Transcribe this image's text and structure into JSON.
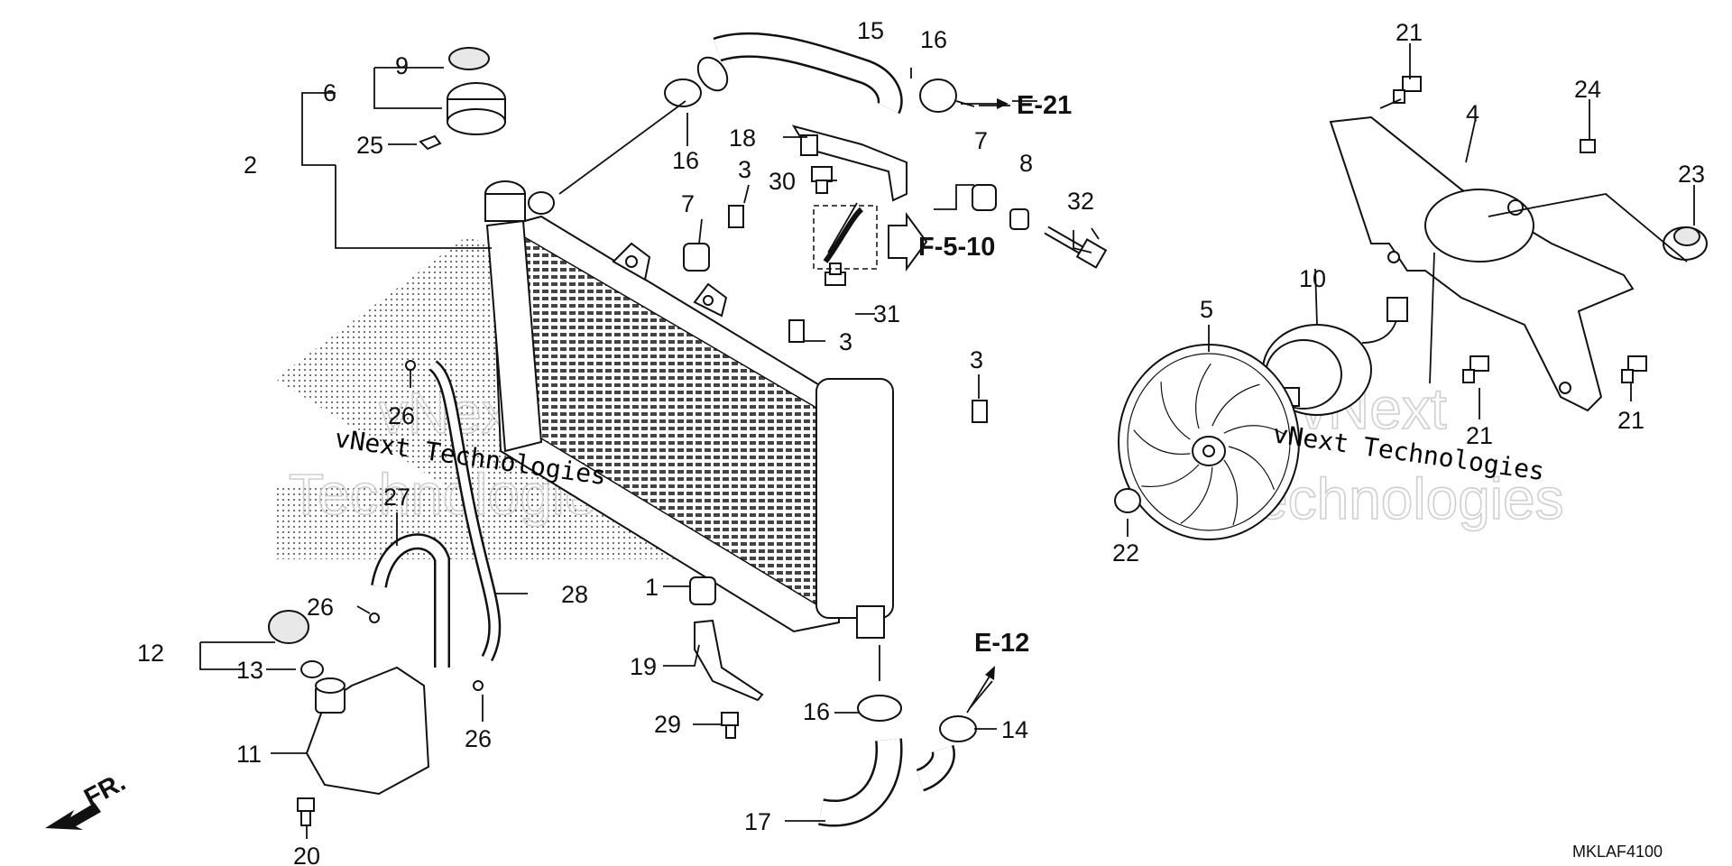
{
  "callouts": [
    {
      "id": "c1",
      "label": "1"
    },
    {
      "id": "c2",
      "label": "2"
    },
    {
      "id": "c3a",
      "label": "3"
    },
    {
      "id": "c3b",
      "label": "3"
    },
    {
      "id": "c3c",
      "label": "3"
    },
    {
      "id": "c4",
      "label": "4"
    },
    {
      "id": "c5",
      "label": "5"
    },
    {
      "id": "c6",
      "label": "6"
    },
    {
      "id": "c7a",
      "label": "7"
    },
    {
      "id": "c7b",
      "label": "7"
    },
    {
      "id": "c8",
      "label": "8"
    },
    {
      "id": "c9",
      "label": "9"
    },
    {
      "id": "c10",
      "label": "10"
    },
    {
      "id": "c11",
      "label": "11"
    },
    {
      "id": "c12",
      "label": "12"
    },
    {
      "id": "c13",
      "label": "13"
    },
    {
      "id": "c14",
      "label": "14"
    },
    {
      "id": "c15",
      "label": "15"
    },
    {
      "id": "c16a",
      "label": "16"
    },
    {
      "id": "c16b",
      "label": "16"
    },
    {
      "id": "c16c",
      "label": "16"
    },
    {
      "id": "c17",
      "label": "17"
    },
    {
      "id": "c18",
      "label": "18"
    },
    {
      "id": "c19",
      "label": "19"
    },
    {
      "id": "c20",
      "label": "20"
    },
    {
      "id": "c21a",
      "label": "21"
    },
    {
      "id": "c21b",
      "label": "21"
    },
    {
      "id": "c21c",
      "label": "21"
    },
    {
      "id": "c22",
      "label": "22"
    },
    {
      "id": "c23",
      "label": "23"
    },
    {
      "id": "c24",
      "label": "24"
    },
    {
      "id": "c25",
      "label": "25"
    },
    {
      "id": "c26a",
      "label": "26"
    },
    {
      "id": "c26b",
      "label": "26"
    },
    {
      "id": "c26c",
      "label": "26"
    },
    {
      "id": "c27",
      "label": "27"
    },
    {
      "id": "c28",
      "label": "28"
    },
    {
      "id": "c29",
      "label": "29"
    },
    {
      "id": "c30",
      "label": "30"
    },
    {
      "id": "c31",
      "label": "31"
    },
    {
      "id": "c32",
      "label": "32"
    }
  ],
  "references": {
    "e21": "E-21",
    "f510": "F-5-10",
    "e12": "E-12",
    "front": "FR."
  },
  "diagram_code": "MKLAF4100",
  "watermarks": {
    "line1": "vNext Technologies",
    "line2": "vNext Technologies",
    "outline_left_1": "vNext",
    "outline_left_2": "Technologies",
    "outline_right_1": "vNext",
    "outline_right_2": "Technologies"
  }
}
